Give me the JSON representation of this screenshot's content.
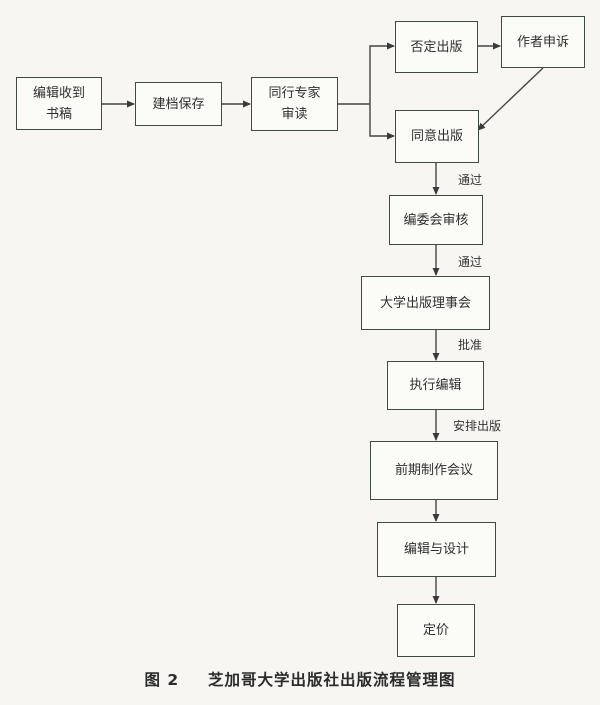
{
  "nodes": {
    "receive": "编辑收到\n书稿",
    "archive": "建档保存",
    "peer_review": "同行专家\n审读",
    "reject": "否定出版",
    "appeal": "作者申诉",
    "approve": "同意出版",
    "board_review": "编委会审核",
    "council": "大学出版理事会",
    "exec_edit": "执行编辑",
    "pre_meeting": "前期制作会议",
    "edit_design": "编辑与设计",
    "pricing": "定价"
  },
  "edge_labels": {
    "pass1": "通过",
    "pass2": "通过",
    "approved": "批准",
    "schedule": "安排出版"
  },
  "caption": {
    "figure": "图 2",
    "title": "芝加哥大学出版社出版流程管理图"
  }
}
